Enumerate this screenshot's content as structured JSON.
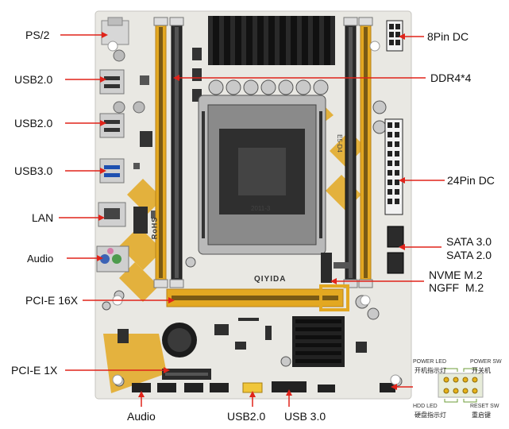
{
  "labels": {
    "left": [
      "PS/2",
      "USB2.0",
      "USB2.0",
      "USB3.0",
      "LAN",
      "Audio",
      "PCI-E 16X",
      "PCI-E 1X"
    ],
    "right": [
      "8Pin DC",
      "DDR4*4",
      "24Pin DC",
      "SATA 3.0",
      "SATA 2.0",
      "NVME M.2",
      "NGFF  M.2"
    ],
    "bottom": [
      "Audio",
      "USB2.0",
      "USB 3.0"
    ]
  },
  "board": {
    "brand": "QIYIDA",
    "rohs": "RoHS",
    "cpu_mark_1": "E5-D4",
    "cpu_mark_2": "2011-3"
  },
  "panel_pins": {
    "power_led": "POWER LED",
    "power_led_cn": "开机指示灯",
    "power_sw": "POWER SW",
    "power_sw_cn": "开关机",
    "hdd_led": "HDD LED",
    "hdd_led_cn": "硬盘指示灯",
    "reset_sw": "RESET SW",
    "reset_sw_cn": "重启键"
  },
  "colors": {
    "board": "#e9e8e3",
    "accent": "#e3a821",
    "arrow": "#e0231a",
    "slot_black": "#2b2b2b",
    "header_yellow": "#f0c63a"
  }
}
